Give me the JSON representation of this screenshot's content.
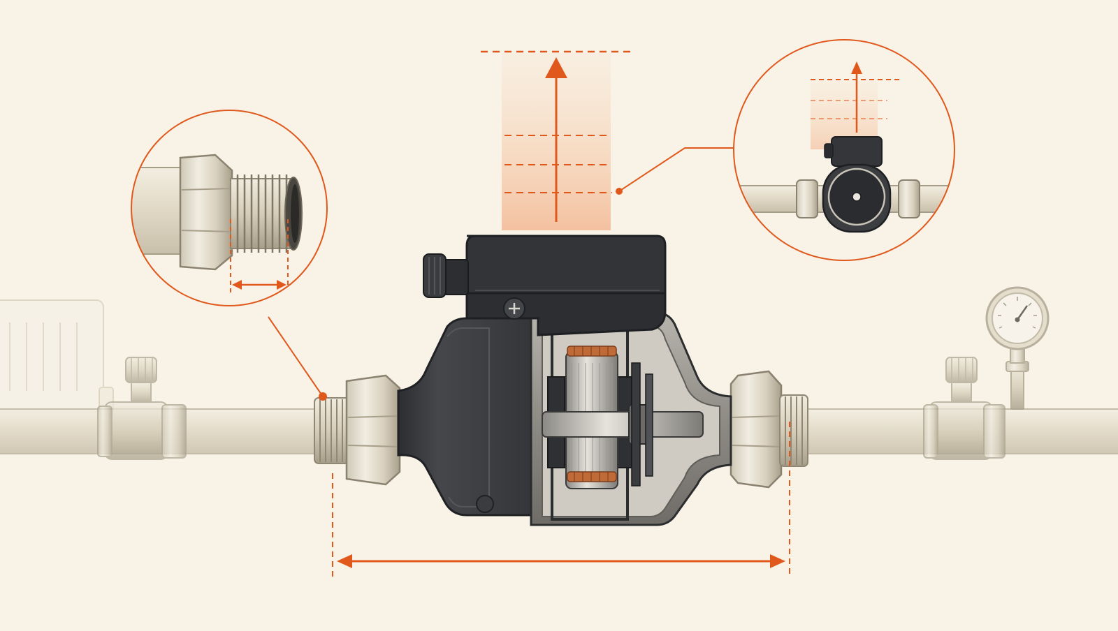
{
  "diagram": {
    "subject": "circulator-pump-installation",
    "palette": {
      "background": "#f8f3e6",
      "accent": "#e0581c",
      "pump_body": "#3b3d40",
      "pump_dark": "#2a2c2f",
      "pipe": "#e7e0cf",
      "pipe_outline": "#b9b09b",
      "brass": "#ddd5c2",
      "cutaway_metal": "#9c9a94"
    },
    "icons": [
      "radiator-icon",
      "valve-icon",
      "pressure-gauge-icon",
      "pipe-union-icon",
      "threaded-fitting-icon",
      "pump-motor-cutaway-icon",
      "junction-box-icon",
      "cable-gland-icon",
      "rotor-icon"
    ],
    "callouts": [
      {
        "id": "thread-length-detail",
        "shows": "threaded-fitting-icon"
      },
      {
        "id": "top-clearance-detail",
        "shows": "pump-front-view"
      }
    ],
    "dimensions": [
      {
        "id": "installation-length",
        "direction": "horizontal"
      },
      {
        "id": "top-clearance",
        "direction": "vertical"
      },
      {
        "id": "thread-engagement",
        "direction": "horizontal"
      }
    ]
  }
}
